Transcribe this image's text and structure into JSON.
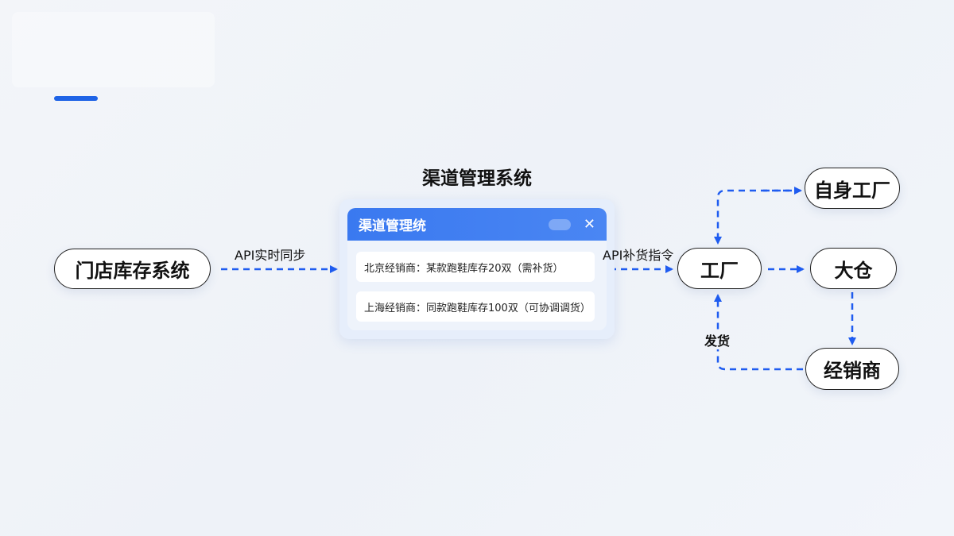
{
  "diagram": {
    "title": "渠道管理系统",
    "source_node": "门店库存系统",
    "edge_sync_label": "API实时同步",
    "edge_replenish_label": "API补货指令",
    "edge_ship_label": "发货",
    "panel": {
      "header": "渠道管理统",
      "cloud_icon": "cloud-icon",
      "close_icon": "close-icon",
      "rows": [
        "北京经销商：某款跑鞋库存20双（需补货）",
        "上海经销商：同款跑鞋库存100双（可协调调货）"
      ]
    },
    "nodes": {
      "factory": "工厂",
      "own_factory": "自身工厂",
      "warehouse": "大仓",
      "dealer": "经销商"
    },
    "colors": {
      "accent": "#1f63e6",
      "header": "#3a79f0"
    }
  }
}
